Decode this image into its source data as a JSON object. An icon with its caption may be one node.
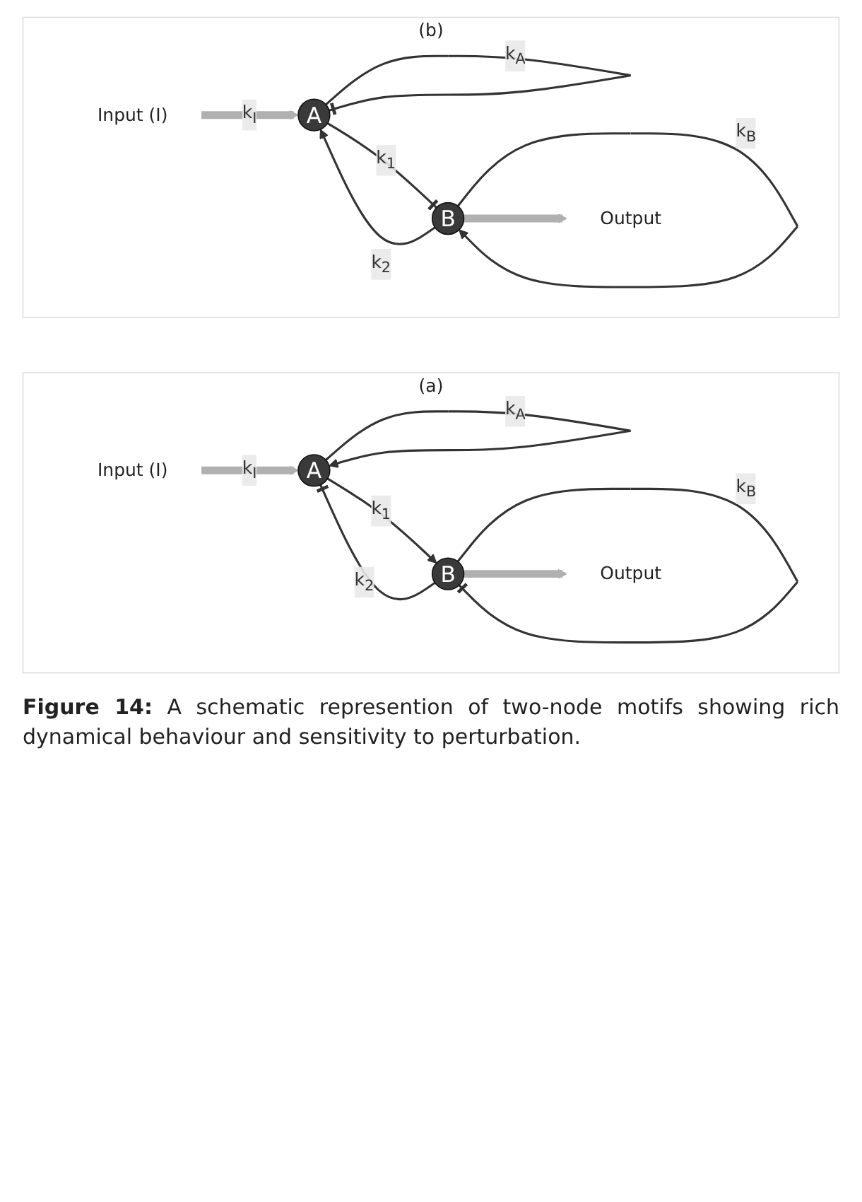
{
  "diagram": {
    "caption": "**Figure 14:** A schematic represention of two-node motifs showing rich dynamical behaviour and sensitivity to perturbation.",
    "nodes": [
      {
        "text": [
          "(a)"
        ]
      },
      {
        "text": [
          "Input (I)"
        ],
        "in": 0
      },
      {
        "text": [
          "A"
        ],
        "in": 0
      },
      {
        "text": [
          "B"
        ],
        "in": 0
      },
      {
        "text": [
          "Output"
        ],
        "in": 0
      },
      {
        "text": [
          "(b)"
        ]
      },
      {
        "text": [
          "Input (I)"
        ],
        "in": 5
      },
      {
        "text": [
          "A"
        ],
        "in": 5
      },
      {
        "text": [
          "B"
        ],
        "in": 5
      },
      {
        "text": [
          "Output"
        ],
        "in": 5
      }
    ],
    "edges": [
      {
        "from": 1,
        "to": 2,
        "arrow": "to",
        "label": "k$_{I}$",
        "style": "thick",
        "color": "#b0b0b0"
      },
      {
        "from": 2,
        "to": 3,
        "arrow": "to",
        "label": "k$_{1}$"
      },
      {
        "from": 3,
        "to": 2,
        "arrow": "other",
        "label": "k$_{2}$"
      },
      {
        "from": 2,
        "to": 2,
        "arrow": "to",
        "label": "k$_{A}$"
      },
      {
        "from": 3,
        "to": 3,
        "arrow": "other",
        "label": "k$_{B}$"
      },
      {
        "from": 3,
        "to": 4,
        "arrow": "to",
        "style": "thick",
        "color": "#b0b0b0"
      },
      {
        "from": 6,
        "to": 7,
        "arrow": "to",
        "label": "k$_{I}$",
        "style": "thick",
        "color": "#b0b0b0"
      },
      {
        "from": 7,
        "to": 8,
        "arrow": "other",
        "label": "k$_{1}$"
      },
      {
        "from": 8,
        "to": 7,
        "arrow": "to",
        "label": "k$_{2}$"
      },
      {
        "from": 7,
        "to": 7,
        "arrow": "other",
        "label": "k$_{A}$"
      },
      {
        "from": 8,
        "to": 8,
        "arrow": "to",
        "label": "k$_{B}$"
      },
      {
        "from": 8,
        "to": 9,
        "arrow": "to",
        "style": "thick",
        "color": "#b0b0b0"
      }
    ]
  }
}
